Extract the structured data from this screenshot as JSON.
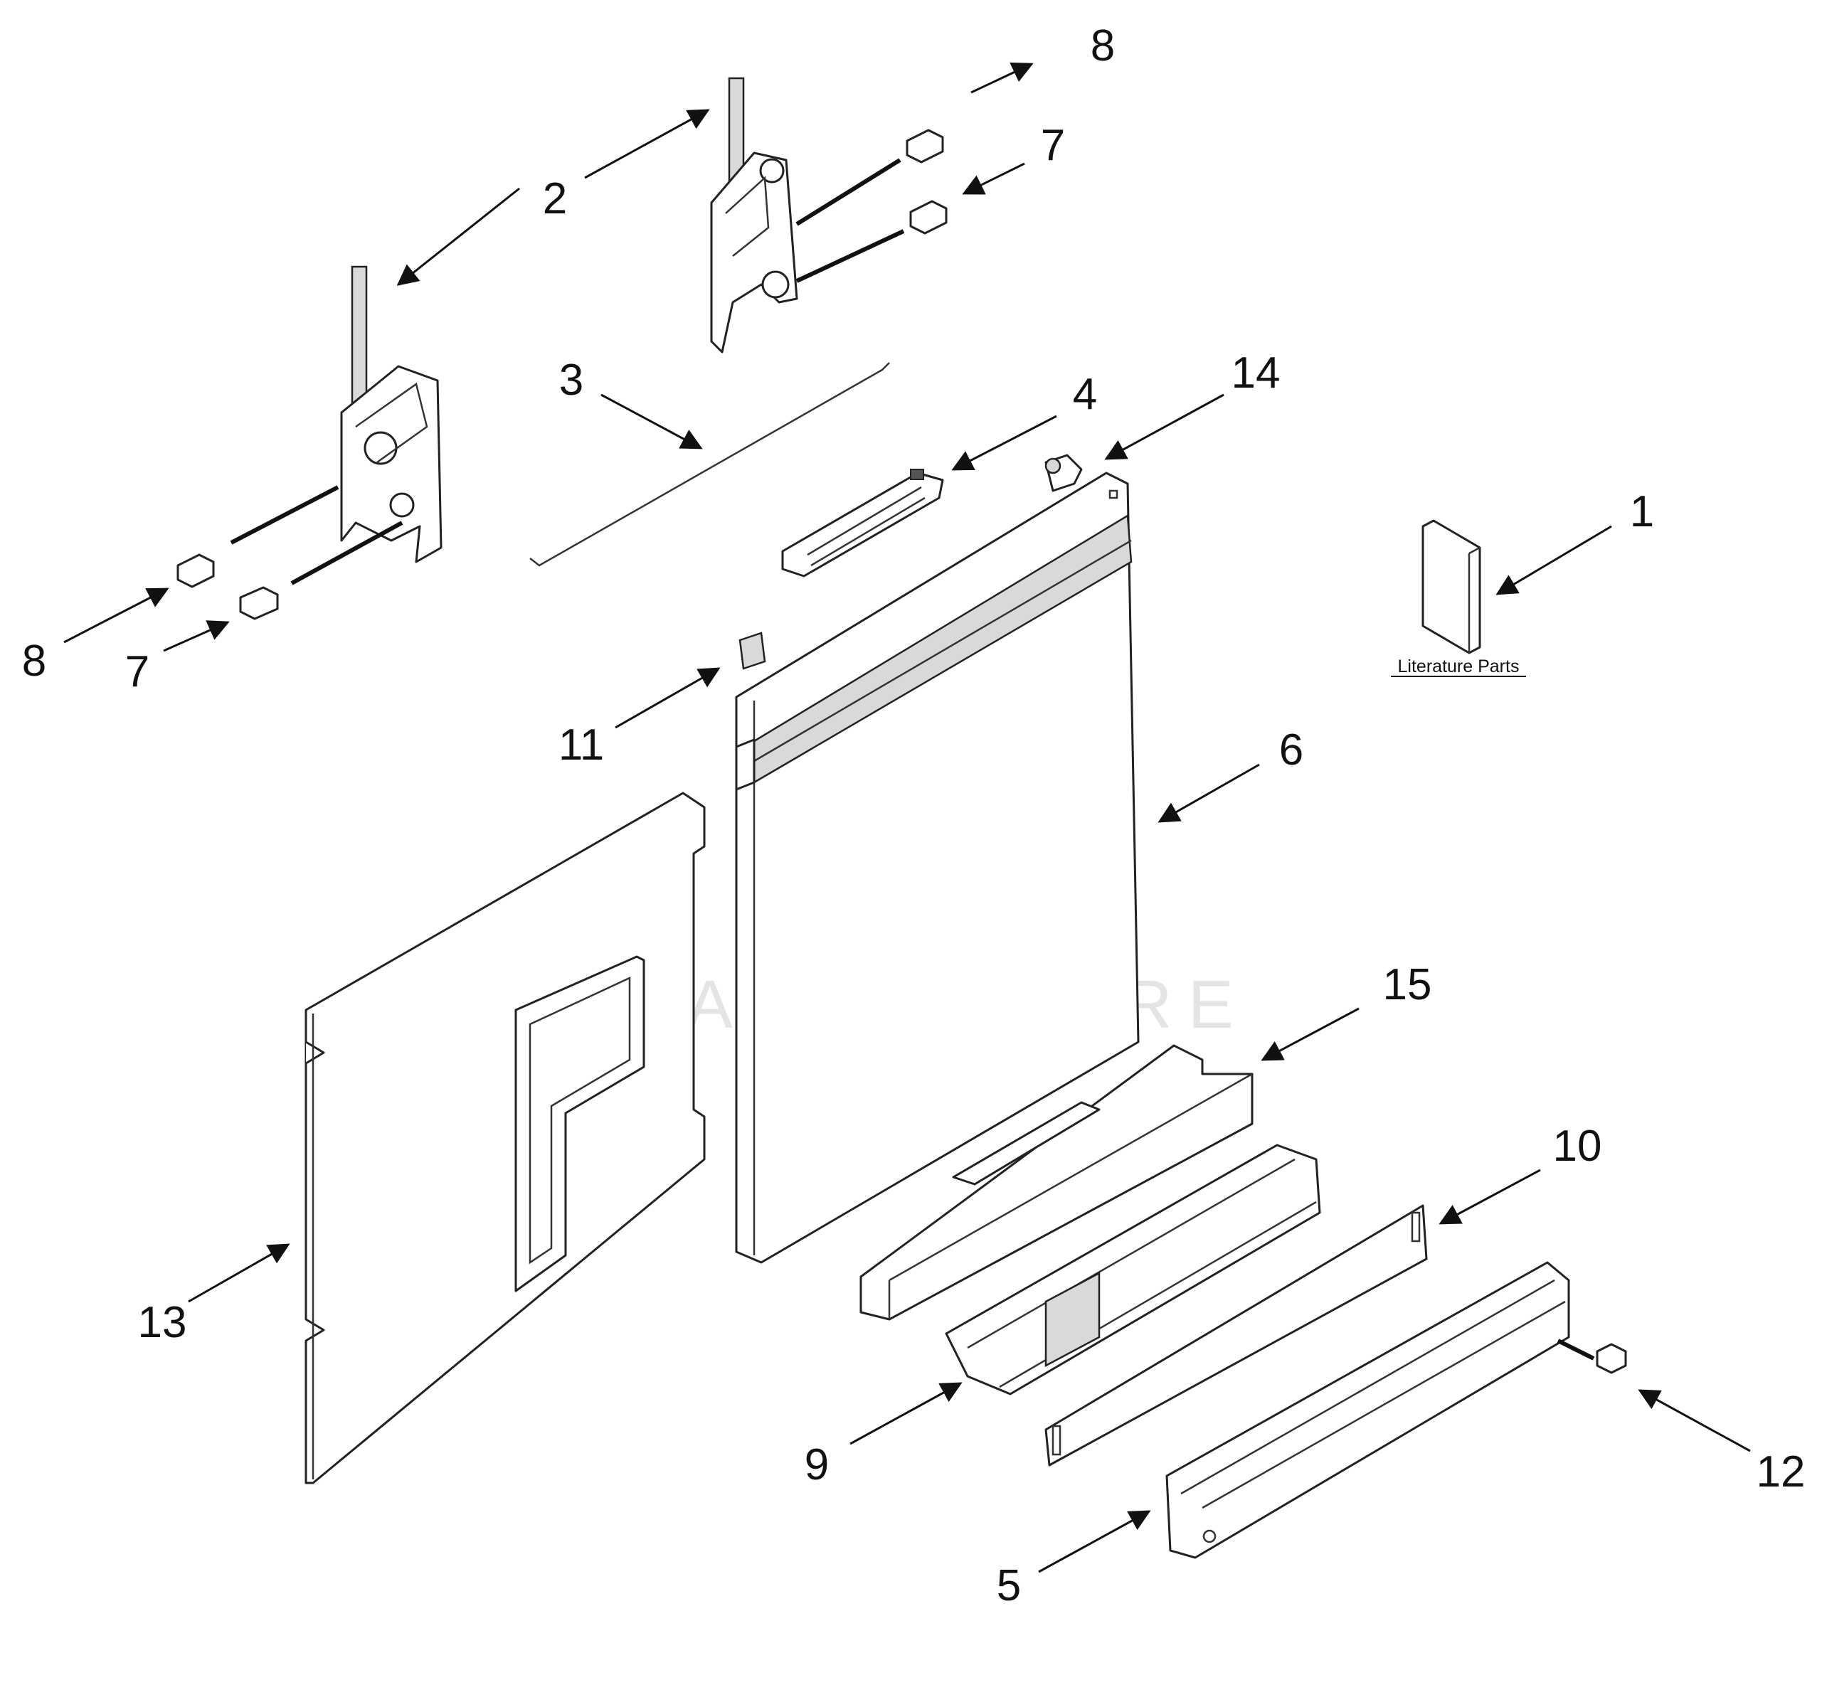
{
  "callouts": [
    {
      "id": "1",
      "label": "1"
    },
    {
      "id": "2a",
      "label": "2"
    },
    {
      "id": "3",
      "label": "3"
    },
    {
      "id": "4",
      "label": "4"
    },
    {
      "id": "5",
      "label": "5"
    },
    {
      "id": "6",
      "label": "6"
    },
    {
      "id": "7a",
      "label": "7"
    },
    {
      "id": "7b",
      "label": "7"
    },
    {
      "id": "8a",
      "label": "8"
    },
    {
      "id": "8b",
      "label": "8"
    },
    {
      "id": "9",
      "label": "9"
    },
    {
      "id": "10",
      "label": "10"
    },
    {
      "id": "11",
      "label": "11"
    },
    {
      "id": "12",
      "label": "12"
    },
    {
      "id": "13",
      "label": "13"
    },
    {
      "id": "14",
      "label": "14"
    },
    {
      "id": "15",
      "label": "15"
    }
  ],
  "literature": {
    "label": "Literature Parts"
  },
  "watermark": {
    "text": "LEADVENTURE"
  },
  "colors": {
    "line": "#222222",
    "watermark": "#e4e4e4",
    "background": "#ffffff"
  }
}
